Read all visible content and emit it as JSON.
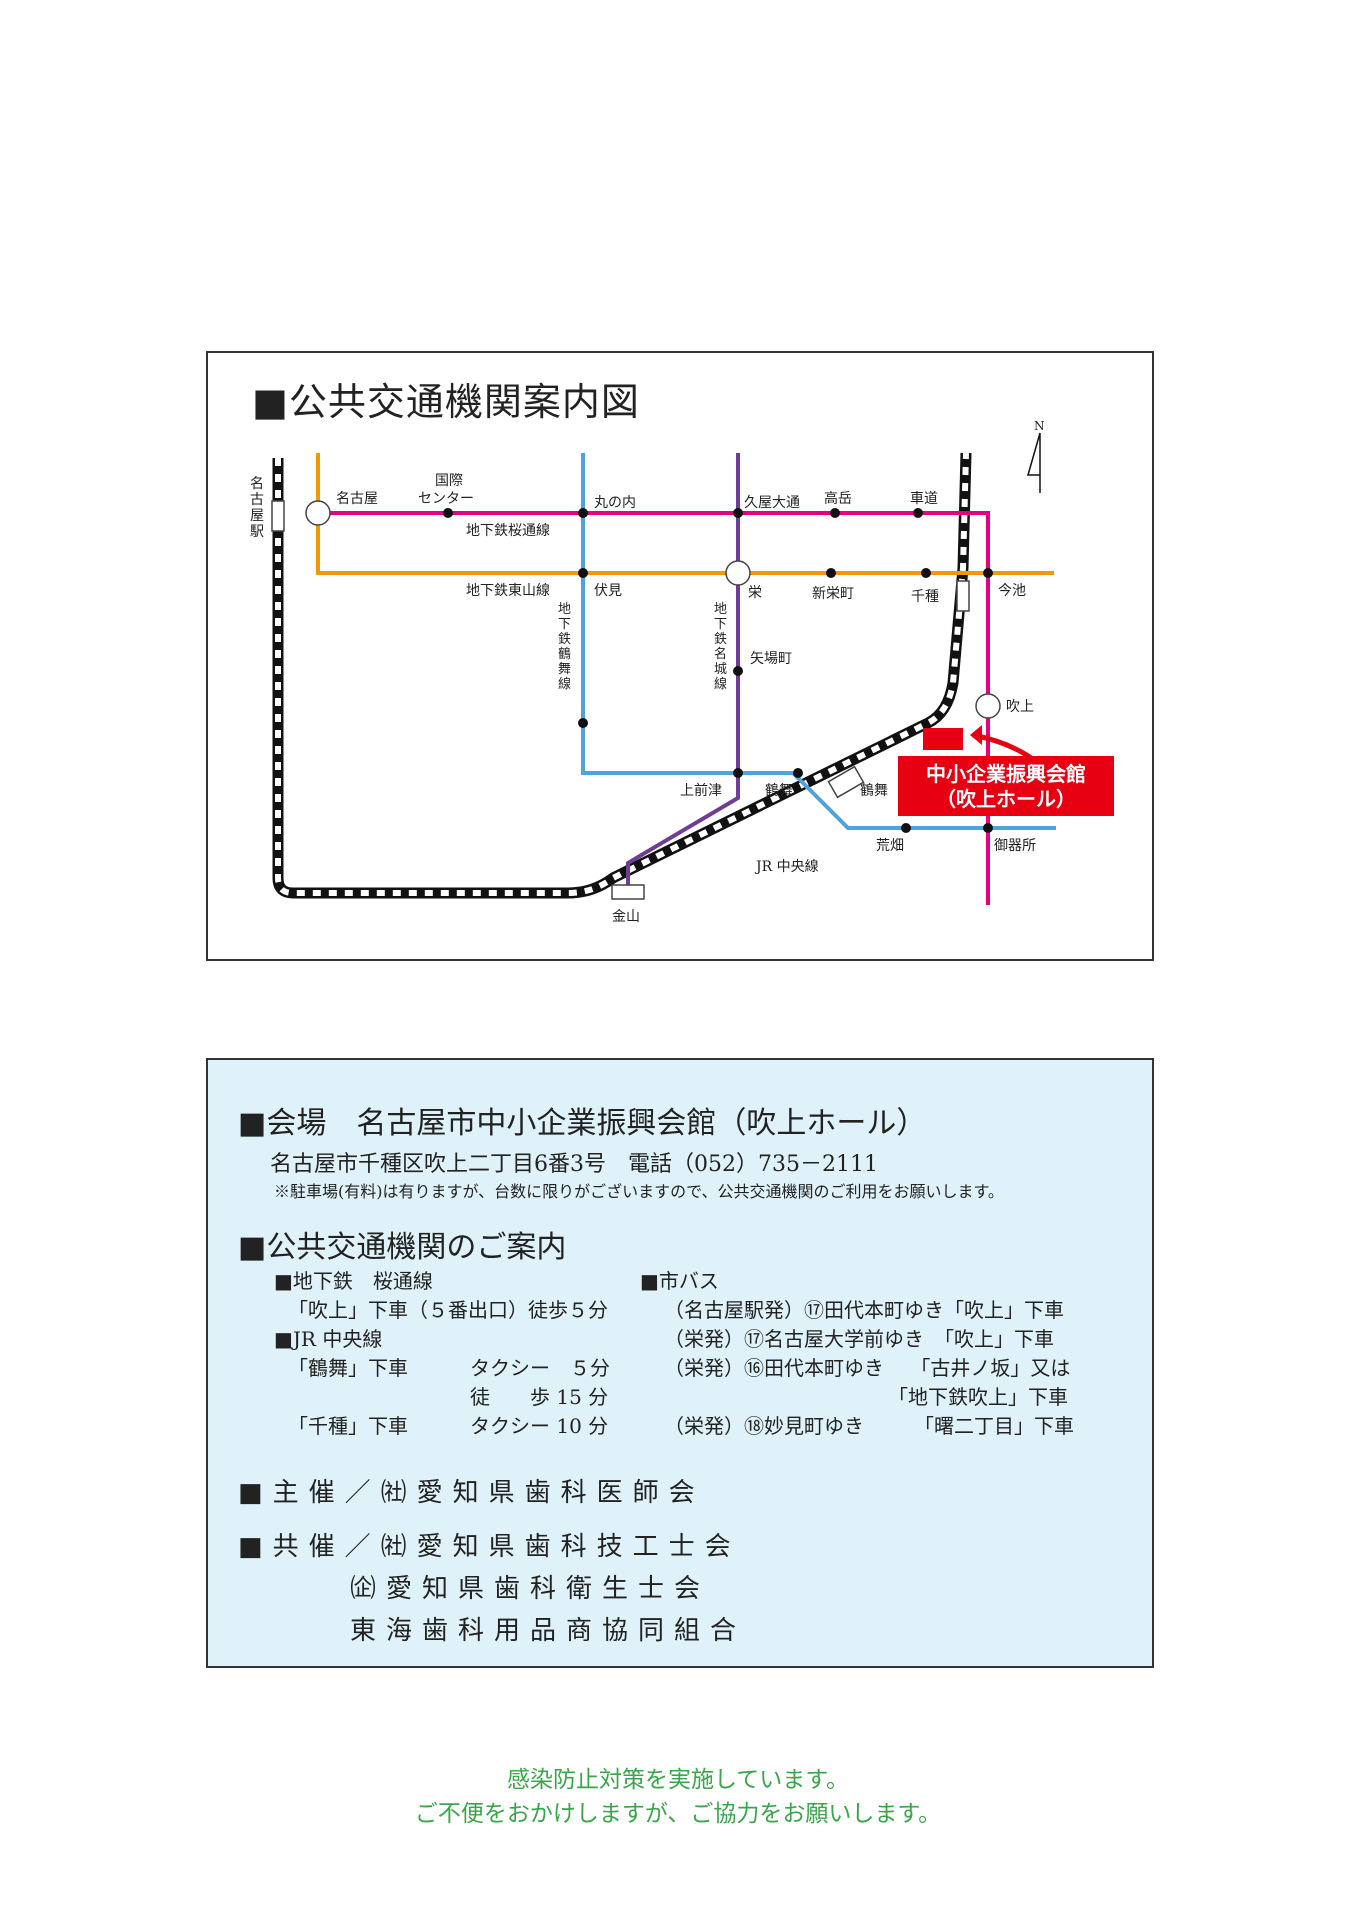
{
  "map": {
    "title": "■公共交通機関案内図",
    "north": "N",
    "stations": {
      "nagoya_eki": "名古屋駅",
      "nagoya": "名古屋",
      "kokusai": "国際\nセンター",
      "marunouchi": "丸の内",
      "hisaya": "久屋大通",
      "takaoka": "高岳",
      "kurumamichi": "車道",
      "fushimi": "伏見",
      "sakae": "栄",
      "shinsakae": "新栄町",
      "chikusa": "千種",
      "imaike": "今池",
      "yabacho": "矢場町",
      "fukiage": "吹上",
      "kamimaezu": "上前津",
      "tsurumai1": "鶴舞",
      "tsurumai2": "鶴舞",
      "arahata": "荒畑",
      "gokisho": "御器所",
      "kanayama": "金山"
    },
    "lines": {
      "sakura": "地下鉄桜通線",
      "higashiyama": "地下鉄東山線",
      "tsurumai": "地下鉄鶴舞線",
      "meijo": "地下鉄名城線",
      "jr_chuo": "JR 中央線"
    },
    "venue_label_1": "中小企業振興会館",
    "venue_label_2": "（吹上ホール）",
    "colors": {
      "sakura": "#e6007e",
      "higashiyama": "#f39800",
      "tsurumai": "#4fa3dc",
      "meijo": "#6f3d96",
      "venue": "#e60012"
    }
  },
  "info": {
    "venue_heading": "■会場　名古屋市中小企業振興会館（吹上ホール）",
    "address": "名古屋市千種区吹上二丁目6番3号　電話（052）735－2111",
    "parking_note": "※駐車場(有料)は有りますが、台数に限りがございますので、公共交通機関のご利用をお願いします。",
    "transit_heading": "■公共交通機関のご案内",
    "subway_heading": "■地下鉄　桜通線",
    "subway_1": "「吹上」下車（５番出口）徒歩５分",
    "jr_heading": "■JR 中央線",
    "jr_tsurumai": "「鶴舞」下車",
    "jr_taxi_1": "タクシー　５分",
    "jr_walk": "徒　　歩 15 分",
    "jr_chikusa": "「千種」下車",
    "jr_taxi_2": "タクシー 10 分",
    "bus_heading": "■市バス",
    "bus_1": "（名古屋駅発）⑰田代本町ゆき「吹上」下車",
    "bus_2": "（栄発）⑰名古屋大学前ゆき　「吹上」下車",
    "bus_3": "（栄発）⑯田代本町ゆき　 「古井ノ坂」又は",
    "bus_3b": "「地下鉄吹上」下車",
    "bus_4": "（栄発）⑱妙見町ゆき　　　「曙二丁目」下車",
    "host": "■主催／㈳愛知県歯科医師会",
    "cohost_1": "■共催／㈳愛知県歯科技工士会",
    "cohost_2": "㈽愛知県歯科衛生士会",
    "cohost_3": "東海歯科用品商協同組合"
  },
  "footer": {
    "line1": "感染防止対策を実施しています。",
    "line2": "ご不便をおかけしますが、ご協力をお願いします。"
  }
}
